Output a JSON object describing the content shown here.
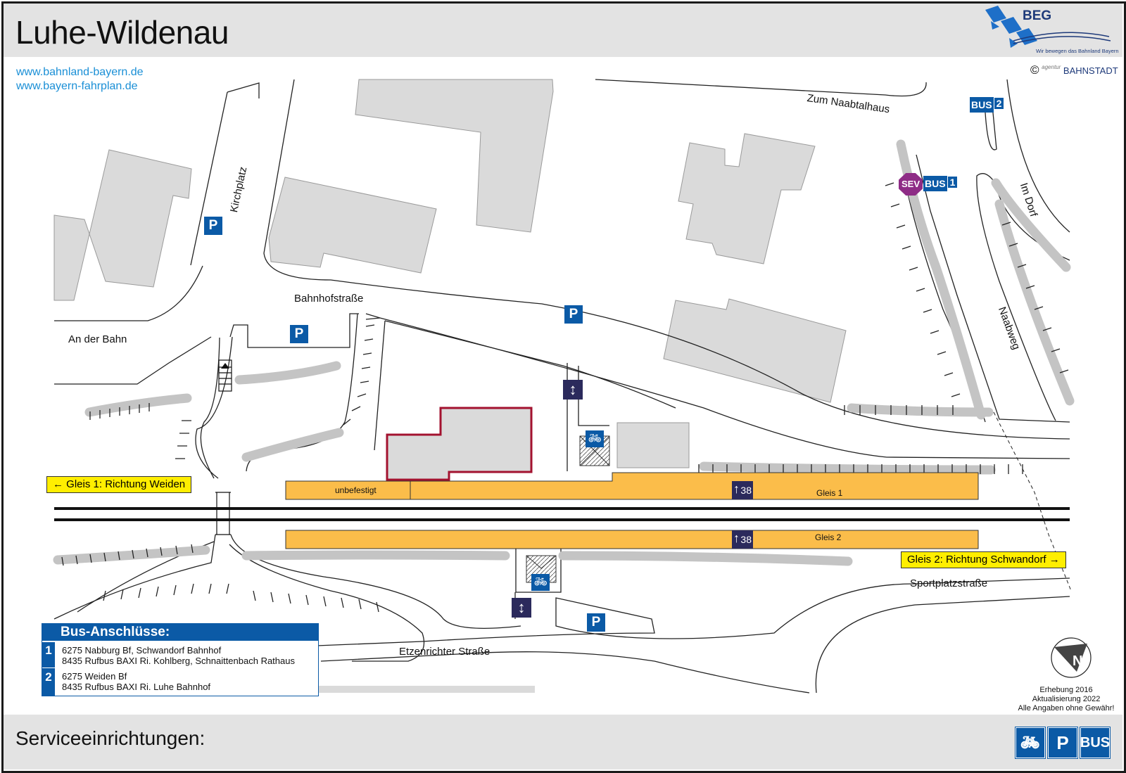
{
  "header": {
    "title": "Luhe-Wildenau",
    "url_1": "www.bahnland-bayern.de",
    "url_2": "www.bayern-fahrplan.de",
    "logo_text": "BEG",
    "logo_tagline": "Wir bewegen das Bahnland Bayern",
    "copyright_agency_prefix": "agentur",
    "copyright_agency": "BAHNSTADT"
  },
  "streets": {
    "kirchplatz": "Kirchplatz",
    "zum_naabtalhaus": "Zum Naabtalhaus",
    "im_dorf": "Im Dorf",
    "bahnhofstrasse": "Bahnhofstraße",
    "an_der_bahn": "An der Bahn",
    "naabweg": "Naabweg",
    "sportplatzstrasse": "Sportplatzstraße",
    "etzenrichter_strasse": "Etzenrichter Straße"
  },
  "platforms": {
    "unbefestigt": "unbefestigt",
    "gleis_1": "Gleis 1",
    "gleis_2": "Gleis 2",
    "height_1": "38",
    "height_2": "38"
  },
  "signs": {
    "direction_1": "Gleis 1: Richtung Weiden",
    "direction_2": "Gleis 2: Richtung Schwandorf",
    "arrow_left": "←",
    "arrow_right": "→"
  },
  "icons": {
    "parking": "P",
    "bus": "BUS",
    "sev": "SEV",
    "bus_stop_1": "1",
    "bus_stop_2": "2"
  },
  "bus_connections": {
    "title": "Bus-Anschlüsse:",
    "stops": [
      {
        "number": "1",
        "lines": [
          "6275 Nabburg Bf, Schwandorf Bahnhof",
          "8435 Rufbus BAXI Ri. Kohlberg, Schnaittenbach Rathaus"
        ]
      },
      {
        "number": "2",
        "lines": [
          "6275 Weiden Bf",
          "8435 Rufbus BAXI Ri. Luhe Bahnhof"
        ]
      }
    ]
  },
  "survey": {
    "line_1": "Erhebung 2016",
    "line_2": "Aktualisierung 2022",
    "line_3": "Alle Angaben ohne Gewähr!"
  },
  "footer": {
    "services_label": "Serviceeinrichtungen:",
    "service_parking": "P",
    "service_bus": "BUS"
  },
  "colors": {
    "accent_blue": "#0b5aa6",
    "platform_orange": "#fbbd4a",
    "station_red": "#a3122f",
    "sev_purple": "#8e2c86",
    "sign_yellow": "#ffee00",
    "building_grey": "#dadada",
    "tree_grey": "#c4c4c4"
  }
}
